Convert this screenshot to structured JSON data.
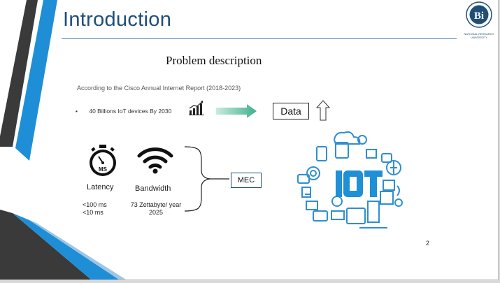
{
  "slide": {
    "title": "Introduction",
    "subtitle": "Problem description",
    "source_line": "According to the Cisco Annual Internet Report (2018-2023)",
    "bullet_symbol": "•",
    "bullet_text": "40 Billions IoT devices By 2030",
    "data_label": "Data",
    "latency": {
      "label": "Latency",
      "values": [
        "<100 ms",
        "<10 ms"
      ],
      "icon_text": "MS"
    },
    "bandwidth": {
      "label": "Bandwidth",
      "values": [
        "73 Zettabyte/ year",
        "2025"
      ]
    },
    "mec_label": "MEC",
    "iot_label": "IoT",
    "page_number": "2"
  },
  "logo": {
    "caption_line1": "NATIONAL RESEARCH",
    "caption_line2": "UNIVERSITY"
  },
  "colors": {
    "title": "#1f4e79",
    "stripe_dark": "#3a3a3a",
    "stripe_blue": "#1e8fd6",
    "arrow_green": "#3fb08c",
    "iot_blue": "#1f8fd6"
  },
  "icons": {
    "chart": "bar-chart-icon",
    "arrow_right": "right-arrow-icon",
    "arrow_up": "up-arrow-icon",
    "latency": "stopwatch-icon",
    "bandwidth": "wifi-icon",
    "iot": "iot-devices-icon"
  }
}
